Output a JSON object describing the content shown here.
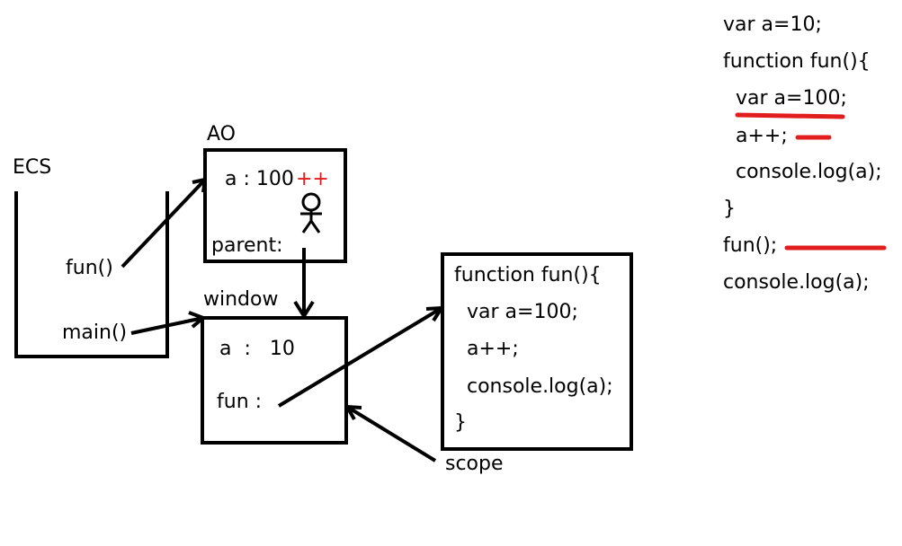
{
  "stack": {
    "label": "ECS",
    "frames": [
      "fun()",
      "main()"
    ]
  },
  "ao": {
    "title": "AO",
    "var_label": "a : 100",
    "increment_mark": "++",
    "parent_label": "parent:"
  },
  "window": {
    "title": "window",
    "var_label": "a  :   10",
    "fun_label": "fun :"
  },
  "function_object": {
    "lines": [
      "function fun(){",
      "var a=100;",
      "a++;",
      "console.log(a);",
      "}"
    ],
    "scope_label": "scope"
  },
  "code": {
    "lines": [
      "var a=10;",
      "function fun(){",
      "var a=100;",
      "a++;",
      "console.log(a);",
      "}",
      "fun();",
      "console.log(a);"
    ]
  },
  "colors": {
    "ink": "#000000",
    "highlight": "#e11d1d"
  },
  "icons": [
    "stick-figure-icon"
  ]
}
